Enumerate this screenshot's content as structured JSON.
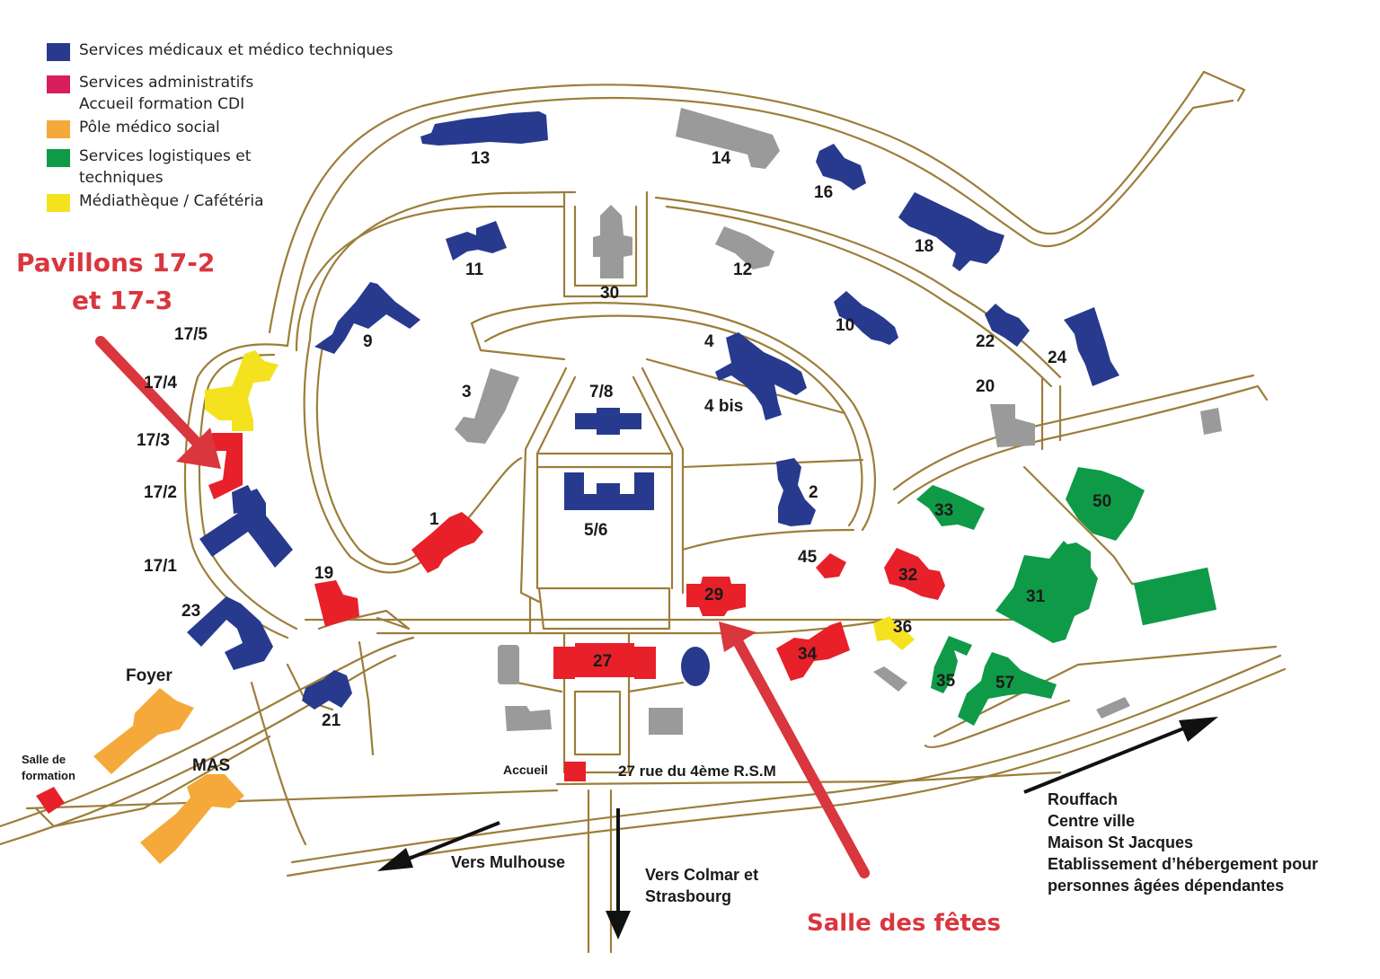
{
  "colors": {
    "medical": "#283a8e",
    "admin": "#e8202a",
    "admin_legend": "#d81f5c",
    "medico_social": "#f5a93a",
    "logistic": "#0f9a48",
    "media": "#f4e21e",
    "grey": "#9a9a9a",
    "road": "#9c7e3a",
    "callout": "#d9363e",
    "arrow": "#111111"
  },
  "legend": [
    {
      "id": "medical",
      "lines": [
        "Services médicaux et médico techniques"
      ],
      "color": "#283a8e"
    },
    {
      "id": "admin",
      "lines": [
        "Services administratifs",
        "Accueil formation CDI"
      ],
      "color": "#d81f5c"
    },
    {
      "id": "social",
      "lines": [
        "Pôle médico social"
      ],
      "color": "#f5a93a"
    },
    {
      "id": "logistic",
      "lines": [
        "Services logistiques et",
        "techniques"
      ],
      "color": "#0f9a48"
    },
    {
      "id": "media",
      "lines": [
        "Médiathèque / Cafétéria"
      ],
      "color": "#f4e21e"
    }
  ],
  "callouts": {
    "pavillons_line1": "Pavillons 17-2",
    "pavillons_line2": "et 17-3",
    "salle_des_fetes": "Salle des fêtes"
  },
  "labels": {
    "b1": "1",
    "b2": "2",
    "b3": "3",
    "b4": "4",
    "b4bis": "4 bis",
    "b56": "5/6",
    "b78": "7/8",
    "b9": "9",
    "b10": "10",
    "b11": "11",
    "b12": "12",
    "b13": "13",
    "b14": "14",
    "b16": "16",
    "b18": "18",
    "b19": "19",
    "b20": "20",
    "b21": "21",
    "b22": "22",
    "b23": "23",
    "b24": "24",
    "b27": "27",
    "b29": "29",
    "b30": "30",
    "b31": "31",
    "b32": "32",
    "b33": "33",
    "b34": "34",
    "b35": "35",
    "b36": "36",
    "b45": "45",
    "b50": "50",
    "b57": "57",
    "p171": "17/1",
    "p172": "17/2",
    "p173": "17/3",
    "p174": "17/4",
    "p175": "17/5",
    "foyer": "Foyer",
    "mas": "MAS",
    "salle_formation_1": "Salle de",
    "salle_formation_2": "formation",
    "accueil": "Accueil",
    "address": "27 rue du 4ème R.S.M"
  },
  "destinations": {
    "mulhouse": "Vers Mulhouse",
    "colmar_1": "Vers Colmar et",
    "colmar_2": "Strasbourg",
    "rouffach_lines": [
      "Rouffach",
      "Centre ville",
      "Maison St Jacques",
      "Etablissement d’hébergement pour",
      "personnes âgées dépendantes"
    ]
  }
}
